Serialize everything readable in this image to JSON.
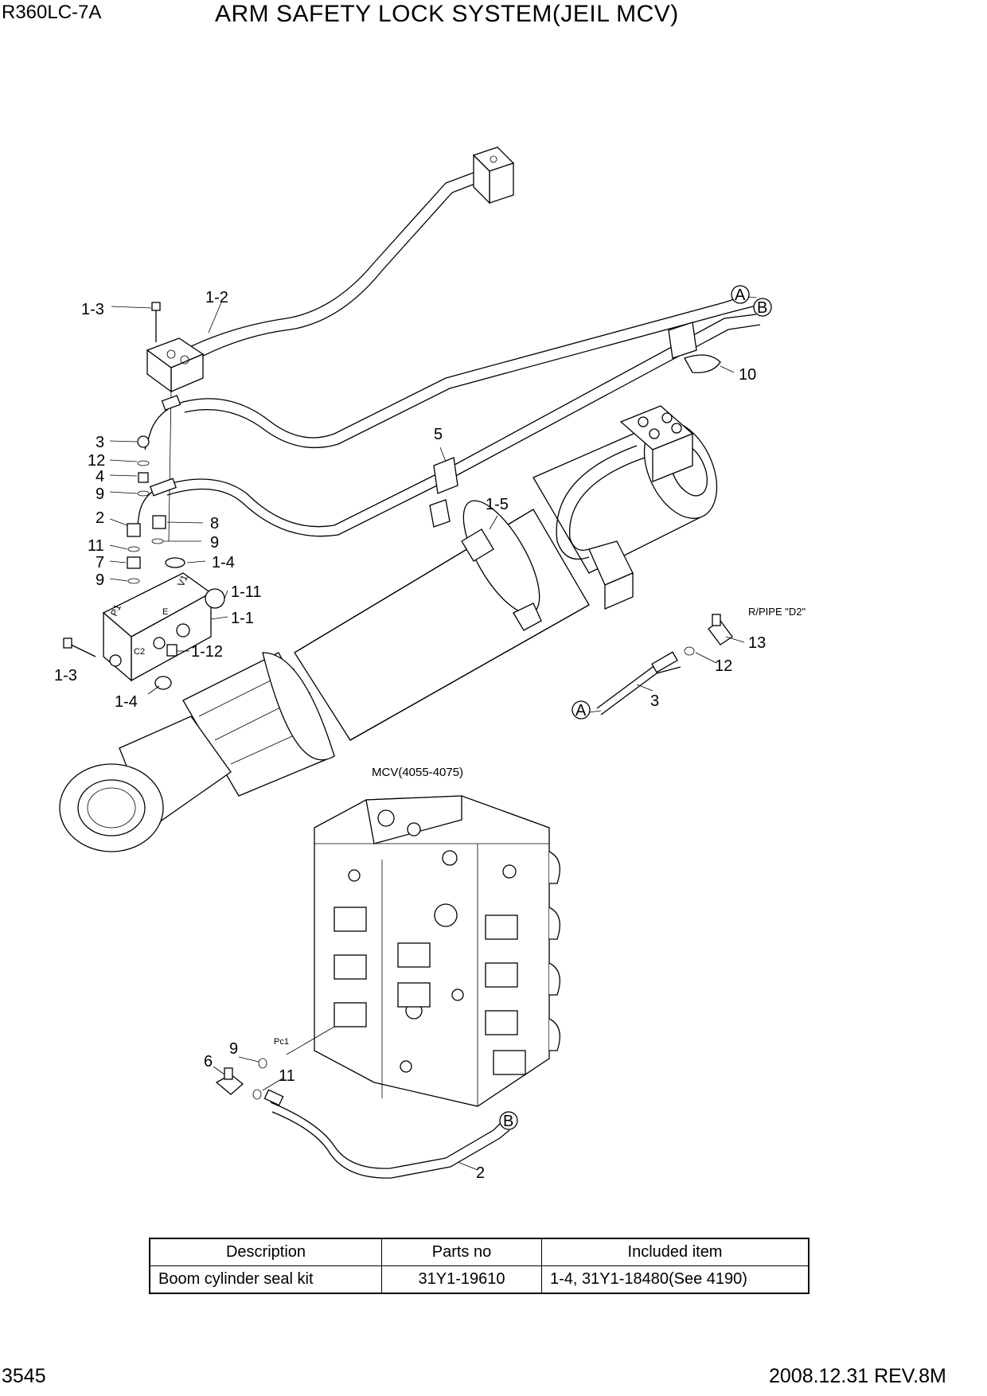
{
  "header": {
    "model": "R360LC-7A",
    "title": "ARM SAFETY LOCK SYSTEM(JEIL MCV)"
  },
  "diagram": {
    "callouts": {
      "c1": "1-3",
      "c2": "1-2",
      "c3": "A",
      "c4": "B",
      "c5": "10",
      "c6": "3",
      "c7": "12",
      "c8": "4",
      "c9": "9",
      "c10": "2",
      "c11": "8",
      "c12": "9",
      "c13": "11",
      "c14": "7",
      "c15": "1-4",
      "c16": "9",
      "c17": "1-11",
      "c18": "1-1",
      "c19": "1-12",
      "c20": "1-3",
      "c21": "1-4",
      "c22": "5",
      "c23": "1-5",
      "c24": "13",
      "c25": "12",
      "c26": "A",
      "c27": "3",
      "c28": "9",
      "c29": "6",
      "c30": "11",
      "c31": "B",
      "c32": "2"
    },
    "labels": {
      "rpipe": "R/PIPE \"D2\"",
      "mcv": "MCV(4055-4075)",
      "pc1": "Pc1",
      "port_p1": "P1",
      "port_v1": "V1",
      "port_c2": "C2",
      "port_e": "E"
    }
  },
  "parts_table": {
    "headers": [
      "Description",
      "Parts no",
      "Included item"
    ],
    "rows": [
      [
        "Boom cylinder seal kit",
        "31Y1-19610",
        "1-4, 31Y1-18480(See 4190)"
      ]
    ]
  },
  "footer": {
    "page_number": "3545",
    "revision": "2008.12.31  REV.8M"
  }
}
